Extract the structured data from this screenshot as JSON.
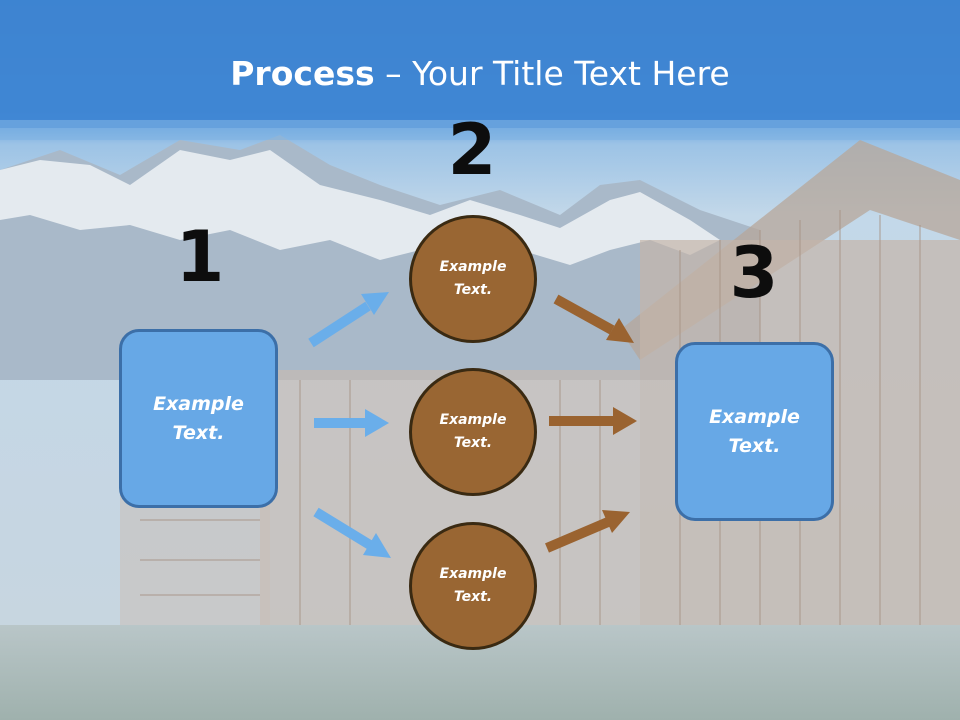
{
  "title": {
    "bold": "Process",
    "rest": " – Your Title Text Here"
  },
  "colors": {
    "title_band": "#4a8fd6",
    "box_fill": "#67a8e6",
    "box_border": "#3c6fa8",
    "circle_fill": "#996633",
    "circle_border": "#3a2a12",
    "blue_arrow": "#6aaeea",
    "brown_arrow": "#9a6330"
  },
  "steps": {
    "one": "1",
    "two": "2",
    "three": "3"
  },
  "nodes": {
    "left_box": {
      "line1": "Example",
      "line2": "Text."
    },
    "circle_top": {
      "line1": "Example",
      "line2": "Text."
    },
    "circle_middle": {
      "line1": "Example",
      "line2": "Text."
    },
    "circle_bottom": {
      "line1": "Example",
      "line2": "Text."
    },
    "right_box": {
      "line1": "Example",
      "line2": "Text."
    }
  }
}
